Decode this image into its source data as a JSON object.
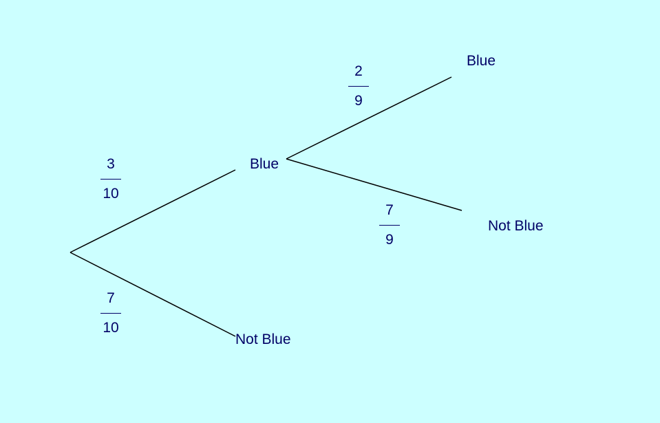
{
  "colors": {
    "background": "#ccffff",
    "text": "#000066",
    "line": "#000000"
  },
  "tree": {
    "first": {
      "upper": {
        "label": "Blue",
        "probability": {
          "numerator": "3",
          "denominator": "10"
        }
      },
      "lower": {
        "label": "Not Blue",
        "probability": {
          "numerator": "7",
          "denominator": "10"
        }
      }
    },
    "second": {
      "upper": {
        "label": "Blue",
        "probability": {
          "numerator": "2",
          "denominator": "9"
        }
      },
      "lower": {
        "label": "Not Blue",
        "probability": {
          "numerator": "7",
          "denominator": "9"
        }
      }
    }
  }
}
